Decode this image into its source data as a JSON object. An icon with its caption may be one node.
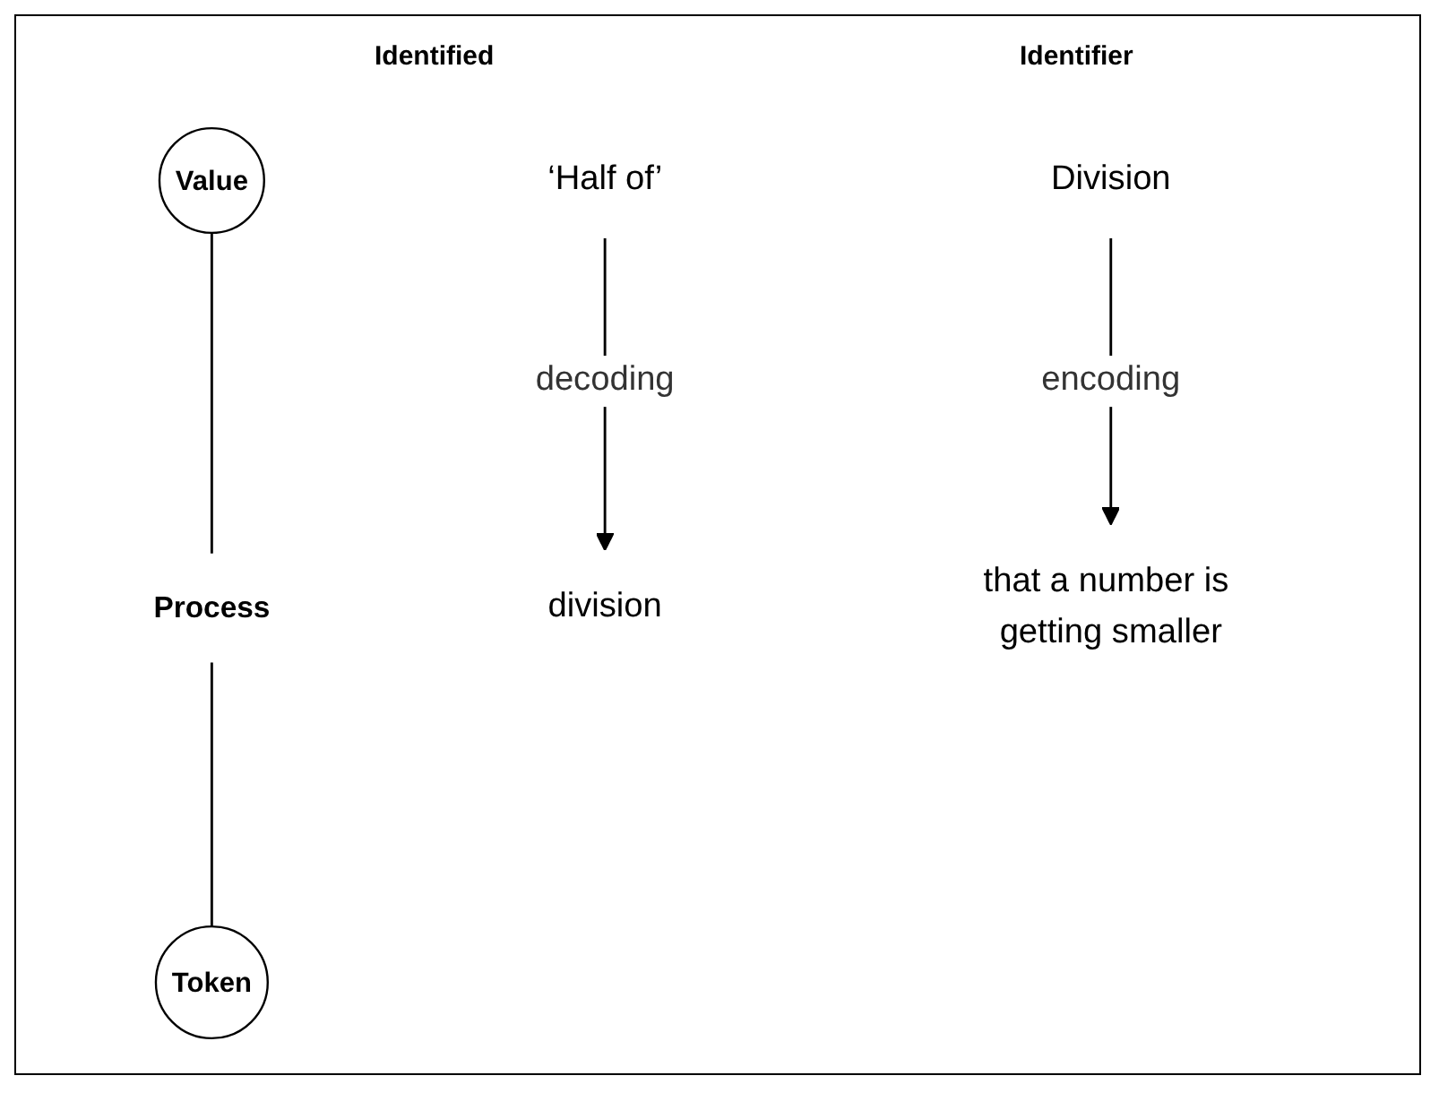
{
  "diagram": {
    "nodes": [
      {
        "text": [
          "Value"
        ]
      },
      {
        "text": [
          "Process"
        ]
      },
      {
        "text": [
          "Token"
        ]
      },
      {
        "text": [
          "Division"
        ]
      },
      {
        "text": [
          "division"
        ]
      },
      {
        "text": [
          "‘Half of’"
        ]
      },
      {
        "text": [
          "that a number is getting smaller"
        ]
      }
    ],
    "edges": [
      {
        "from": 0,
        "to": 1,
        "arrow": "none"
      },
      {
        "from": 1,
        "to": 2,
        "arrow": "none"
      },
      {
        "from": 3,
        "to": 6,
        "arrow": "to",
        "label": "encoding"
      },
      {
        "from": 5,
        "to": 4,
        "arrow": "to",
        "label": "decoding"
      }
    ],
    "labels": [
      "Identified",
      "Identifier"
    ]
  }
}
